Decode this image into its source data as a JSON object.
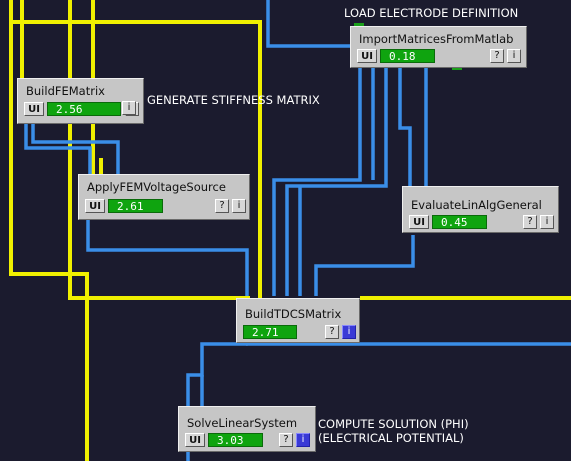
{
  "modules": {
    "build_fe_matrix": {
      "title": "BuildFEMatrix",
      "ui": "UI",
      "value": "2.56",
      "help": "?",
      "info": "i"
    },
    "apply_fem_voltage_source": {
      "title": "ApplyFEMVoltageSource",
      "ui": "UI",
      "value": "2.61",
      "help": "?",
      "info": "i"
    },
    "import_matrices": {
      "title": "ImportMatricesFromMatlab",
      "ui": "UI",
      "value": "0.18",
      "help": "?",
      "info": "i"
    },
    "evaluate_lin_alg": {
      "title": "EvaluateLinAlgGeneral",
      "ui": "UI",
      "value": "0.45",
      "help": "?",
      "info": "i"
    },
    "build_tdcs_matrix": {
      "title": "BuildTDCSMatrix",
      "value": "2.71",
      "help": "?",
      "info": "i"
    },
    "solve_linear_system": {
      "title": "SolveLinearSystem",
      "ui": "UI",
      "value": "3.03",
      "help": "?",
      "info": "i"
    }
  },
  "notes": {
    "load_electrode": "LOAD ELECTRODE DEFINITION",
    "generate_stiffness": "GENERATE STIFFNESS MATRIX",
    "compute_solution_1": "COMPUTE SOLUTION (PHI)",
    "compute_solution_2": "(ELECTRICAL POTENTIAL)"
  },
  "colors": {
    "background": "#1b1b2e",
    "field_pipe": "#f0f000",
    "matrix_pipe": "#3a8ee8",
    "progress": "#0fa40f"
  }
}
